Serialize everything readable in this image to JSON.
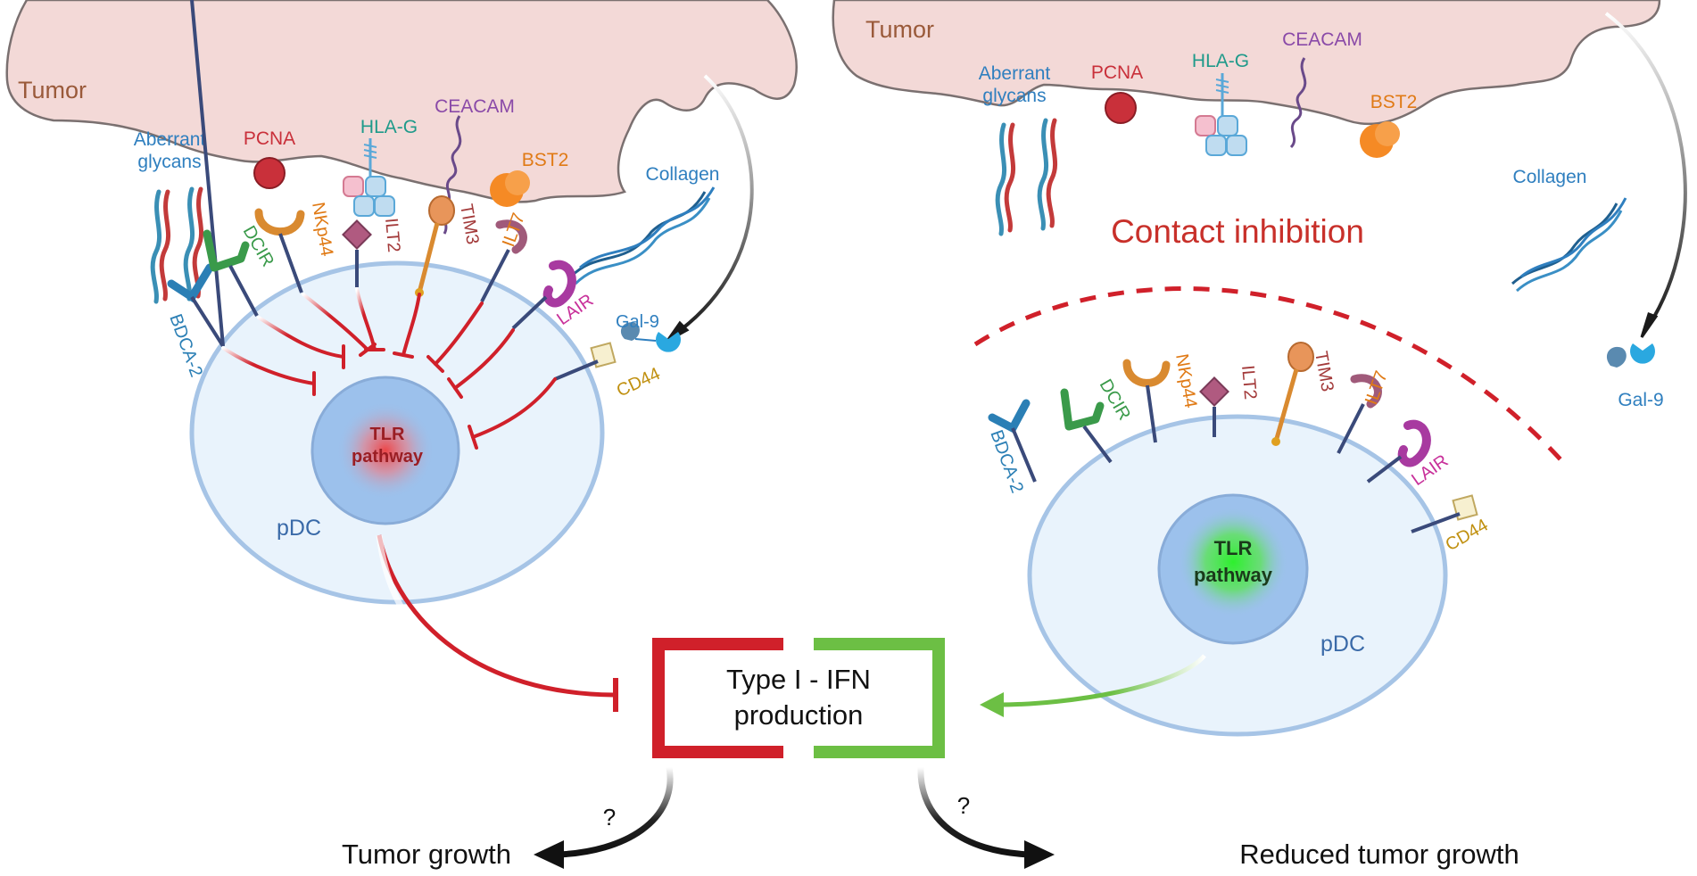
{
  "left": {
    "tumor": "Tumor",
    "aberrant_line1": "Aberrant",
    "aberrant_line2": "glycans",
    "pcna": "PCNA",
    "hlag": "HLA-G",
    "ceacam": "CEACAM",
    "bst2": "BST2",
    "collagen": "Collagen",
    "gal9": "Gal-9",
    "cd44": "CD44",
    "bdca2": "BDCA-2",
    "dcir": "DCIR",
    "nkp44": "NKp44",
    "ilt2": "ILT2",
    "tim3": "TIM3",
    "ilt7": "ILT7",
    "lair": "LAIR",
    "tlr1": "TLR",
    "tlr2": "pathway",
    "pdc": "pDC"
  },
  "right": {
    "tumor": "Tumor",
    "aberrant_line1": "Aberrant",
    "aberrant_line2": "glycans",
    "pcna": "PCNA",
    "hlag": "HLA-G",
    "ceacam": "CEACAM",
    "bst2": "BST2",
    "collagen": "Collagen",
    "gal9": "Gal-9",
    "contact": "Contact inhibition",
    "bdca2": "BDCA-2",
    "dcir": "DCIR",
    "nkp44": "NKp44",
    "ilt2": "ILT2",
    "tim3": "TIM3",
    "ilt7": "ILT7",
    "lair": "LAIR",
    "cd44": "CD44",
    "tlr1": "TLR",
    "tlr2": "pathway",
    "pdc": "pDC"
  },
  "center": {
    "ifn1": "Type I - IFN",
    "ifn2": "production",
    "q_left": "?",
    "q_right": "?",
    "tumor_growth": "Tumor growth",
    "reduced_growth": "Reduced tumor growth"
  },
  "colors": {
    "tumor_fill": "#f3d9d7",
    "cell_fill": "#e9f3fc",
    "cell_border": "#a6c4e6",
    "inhibit_red": "#d0202a",
    "activate_green": "#6cbf44",
    "blue_text": "#2f7fbf",
    "tumor_text": "#9a5a3a"
  }
}
